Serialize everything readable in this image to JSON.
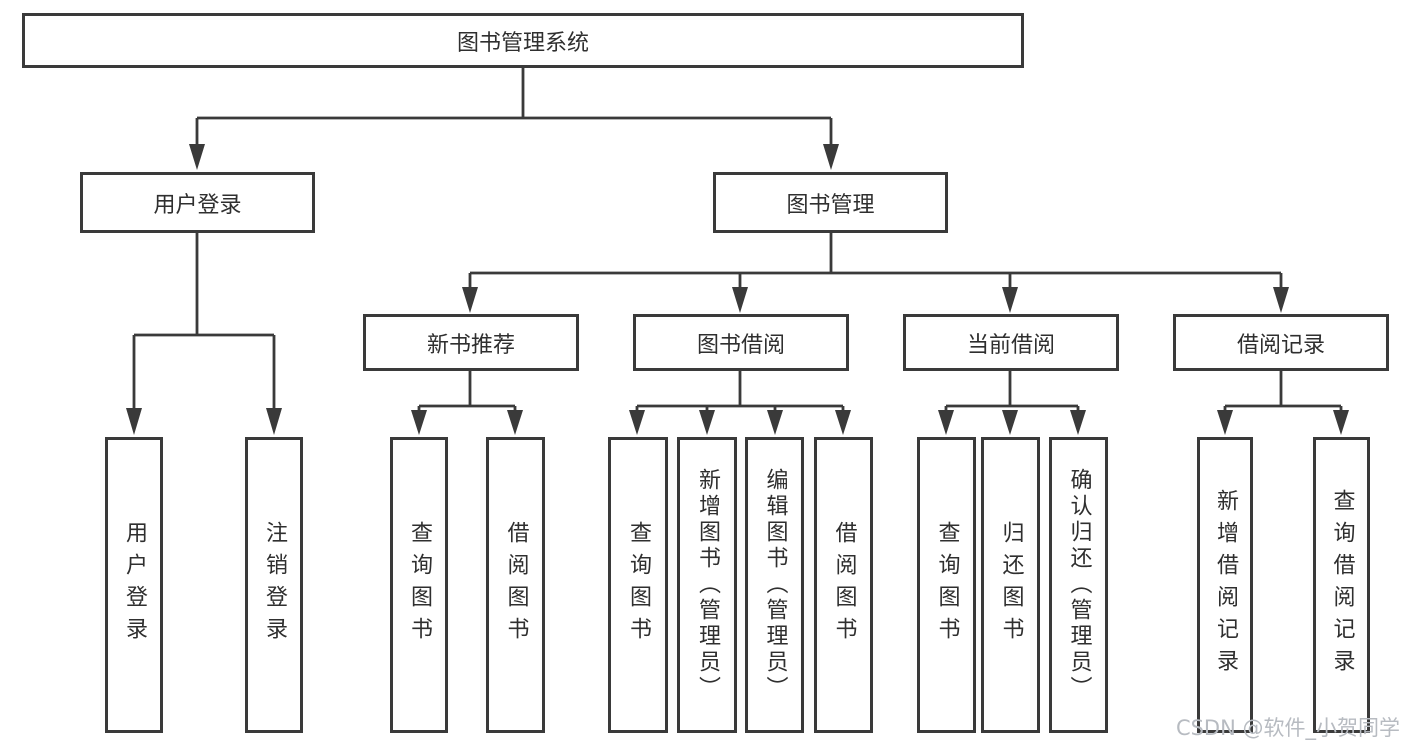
{
  "tree": {
    "root": {
      "label": "图书管理系统",
      "children": [
        {
          "label": "用户登录",
          "children": [
            {
              "label": "用户登录"
            },
            {
              "label": "注销登录"
            }
          ]
        },
        {
          "label": "图书管理",
          "children": [
            {
              "label": "新书推荐",
              "children": [
                {
                  "label": "查询图书"
                },
                {
                  "label": "借阅图书"
                }
              ]
            },
            {
              "label": "图书借阅",
              "children": [
                {
                  "label": "查询图书"
                },
                {
                  "label": "新增图书（管理员）"
                },
                {
                  "label": "编辑图书（管理员）"
                },
                {
                  "label": "借阅图书"
                }
              ]
            },
            {
              "label": "当前借阅",
              "children": [
                {
                  "label": "查询图书"
                },
                {
                  "label": "归还图书"
                },
                {
                  "label": "确认归还（管理员）"
                }
              ]
            },
            {
              "label": "借阅记录",
              "children": [
                {
                  "label": "新增借阅记录"
                },
                {
                  "label": "查询借阅记录"
                }
              ]
            }
          ]
        }
      ]
    }
  },
  "watermark": {
    "text": "CSDN @软件_小贺同学"
  },
  "colors": {
    "line": "#3a3a3a",
    "text": "#2f2f2f",
    "watermark": "#b7bbc1",
    "background": "#ffffff"
  }
}
